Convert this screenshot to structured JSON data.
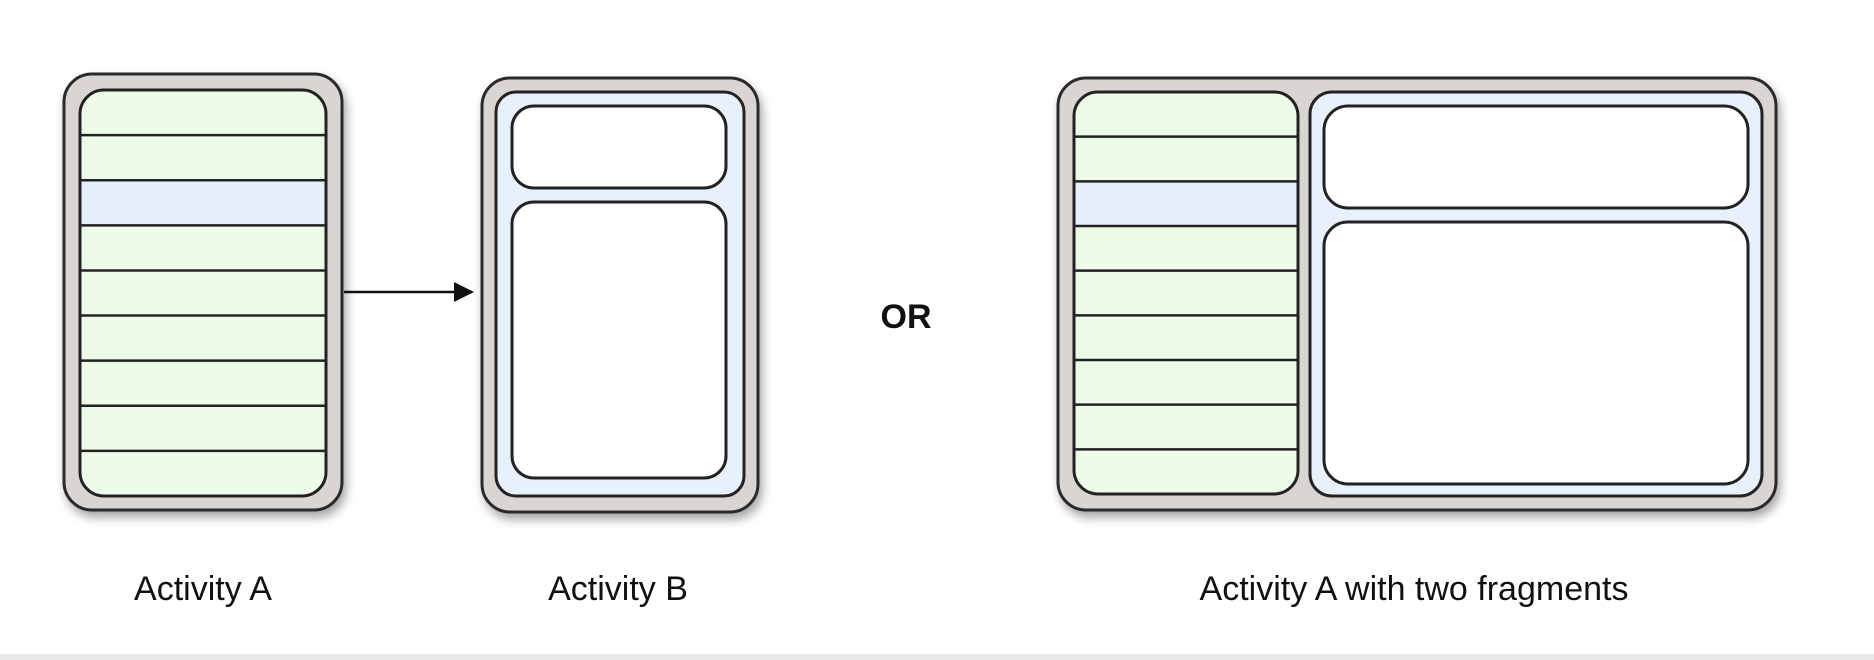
{
  "labels": {
    "activity_a": "Activity A",
    "activity_b": "Activity B",
    "or": "OR",
    "activity_a_two_fragments": "Activity A with two fragments"
  },
  "colors": {
    "device_frame": "#d9d5d2",
    "device_border": "#2a2a2a",
    "list_fill": "#eefbe9",
    "selected_row_fill": "#e6f0fc",
    "fragment_container_fill": "#e8f0fc",
    "panel_fill": "#ffffff",
    "line": "#222222"
  },
  "activity_a": {
    "list_rows": 9,
    "selected_row": 2
  },
  "activity_a_two_fragments": {
    "list_rows": 9,
    "selected_row": 2
  }
}
